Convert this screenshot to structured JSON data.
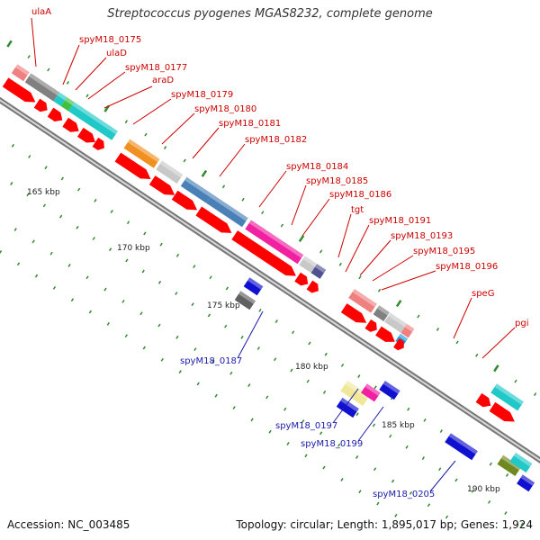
{
  "title": "Streptococcus pyogenes MGAS8232, complete genome",
  "footer": {
    "accession": "Accession: NC_003485",
    "topology": "Topology: circular; Length: 1,895,017 bp; Genes: 1,924"
  },
  "colors": {
    "upper_label": "#cc0000",
    "lower_label": "#1a1aaa",
    "tick": "#2e8b2e",
    "backbone": "#9a9a9a"
  },
  "scale": {
    "kbp_labels": [
      "165 kbp",
      "170 kbp",
      "175 kbp",
      "180 kbp",
      "185 kbp",
      "190 kbp"
    ]
  },
  "upper_labels": [
    "ulaA",
    "spyM18_0175",
    "ulaD",
    "spyM18_0177",
    "araD",
    "spyM18_0179",
    "spyM18_0180",
    "spyM18_0181",
    "spyM18_0182",
    "spyM18_0184",
    "spyM18_0185",
    "spyM18_0186",
    "tgt",
    "spyM18_0191",
    "spyM18_0193",
    "spyM18_0195",
    "spyM18_0196",
    "speG",
    "pgi"
  ],
  "lower_labels": [
    "spyM18_0187",
    "spyM18_0197",
    "spyM18_0199",
    "spyM18_0205"
  ],
  "gene_colors": {
    "pink": "#f08080",
    "grey": "#808080",
    "cyan": "#20c8c8",
    "green": "#40c040",
    "orange": "#f09020",
    "lightgrey": "#c8c8c8",
    "steelblue": "#4a80b8",
    "magenta": "#f020a0",
    "navy": "#505090",
    "blue": "#1010d0",
    "darkgrey": "#606060",
    "yellow": "#f0e898",
    "olive": "#708820",
    "sky": "#20a0e0",
    "red": "#ff0000"
  }
}
